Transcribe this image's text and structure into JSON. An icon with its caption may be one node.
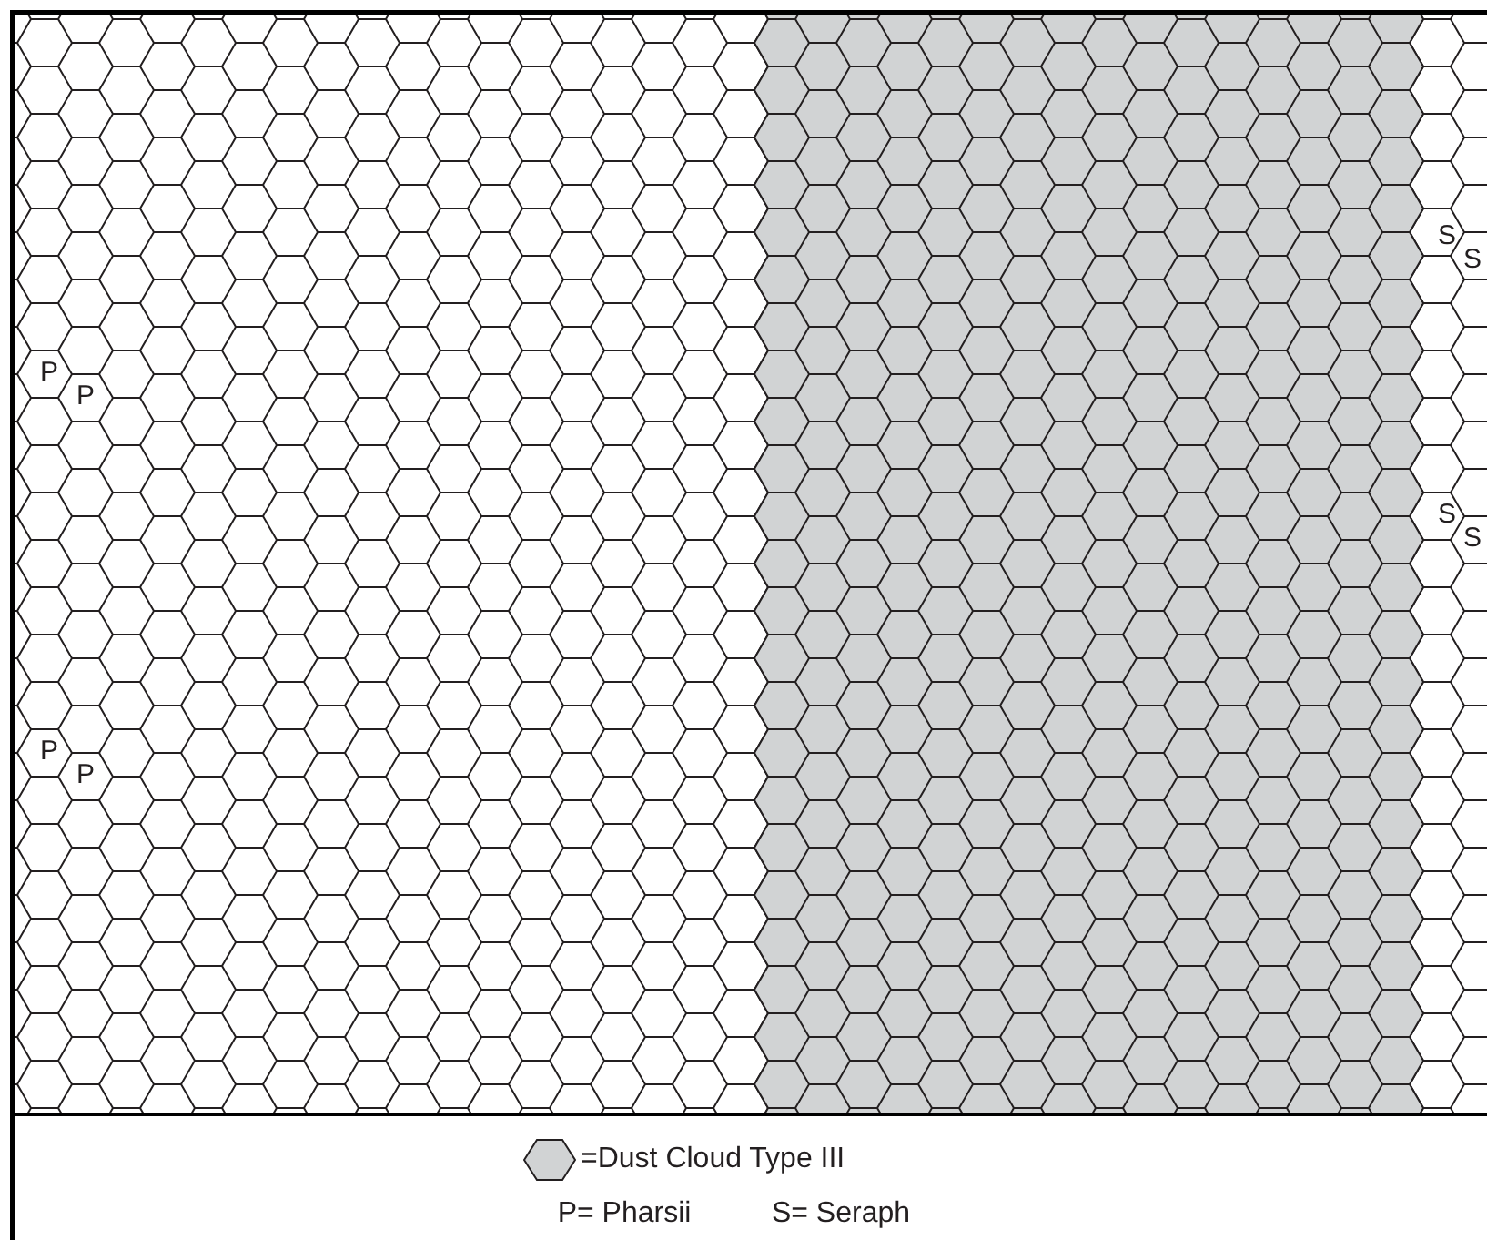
{
  "diagram": {
    "labels": [
      "S",
      "S",
      "P",
      "P",
      "S",
      "S",
      "P",
      "P",
      "P= Pharsii",
      "S= Seraph"
    ],
    "legend": [
      {
        "text": "=Dust Cloud Type III",
        "color": "#d1d3d4"
      }
    ]
  }
}
